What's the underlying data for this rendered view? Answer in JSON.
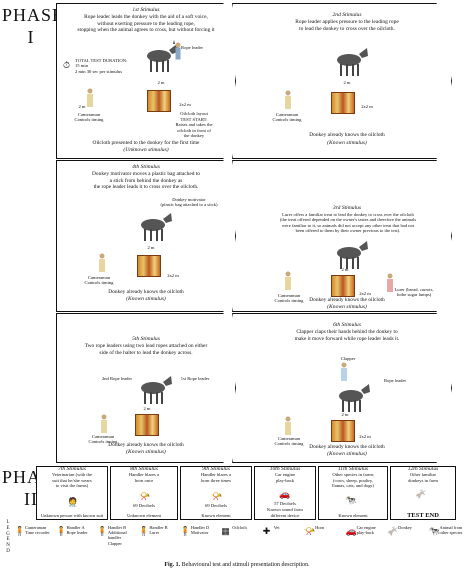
{
  "phases": {
    "phase1": "PHASE\nI",
    "phase2": "PHASE\nII"
  },
  "panels": {
    "s1": {
      "title": "1st Stimulus",
      "text": "Rope leader leads the donkey with the aid of a soft voice,\nwithout exerting pressure to the leading rope,\nstopping when the animal agrees to cross, but without forcing it",
      "time": "TOTAL TEST DURATION:\n15 min\n2 min 30 sec per stimulus",
      "rope": "Rope leader",
      "dist": "2 m",
      "dist2": "2 m",
      "dist3": "2x2 m",
      "cam": "Cameraman\nControls timing",
      "oil": "Oilcloth layout",
      "test": "TEST START:\nRaises and takes the\noilcloth in front of\nthe donkey",
      "bottom": "Oilcloth presented to the donkey for the first time",
      "stim": "(Unknown stimulus)"
    },
    "s2": {
      "title": "2nd Stimulus",
      "text": "Rope leader applies pressure to the leading rope\nto lead the donkey to cross over the oilcloth.",
      "dist": "2 m",
      "dist2": "2x2 m",
      "cam": "Cameraman\nControls timing",
      "bottom": "Donkey already knows the oilcloth",
      "stim": "(Known stimulus)"
    },
    "s4": {
      "title": "4th Stimulus",
      "text": "Donkey motivator moves a plastic bag attached to\na stick from behind the donkey as\nthe rope leader leads it to cross over the oilcloth.",
      "motiv": "Donkey motivator\n(plastic bag attached to a stick)",
      "dist": "2 m",
      "dist2": "2x2 m",
      "cam": "Cameraman\nControls timing",
      "bottom": "Donkey already knows the oilcloth",
      "stim": "(Known stimulus)"
    },
    "s3": {
      "title": "3rd Stimulus",
      "text": "Lurer offers a familiar treat to lead the donkey to cross over the oilcloth\n(the treat offered depended on the owner's tastes and therefore the animals\nwere familiar to it, so animals did not accept any other treat that had not\nbeen offered to them by their owner previous to the test).",
      "dist": "2 m",
      "dist2": "2x2 m",
      "cam": "Cameraman\nControls timing",
      "lurer": "Lurer (bread, carrots,\nforbe sugar lumps)",
      "bottom": "Donkey already knows the oilcloth",
      "stim": "(Known stimulus)"
    },
    "s5": {
      "title": "5th Stimulus",
      "text": "Two rope leaders using two lead ropes attached on either\nside of the halter to lead the donkey across.",
      "r2": "2nd Rope leader",
      "r1": "1st Rope leader",
      "dist": "2 m",
      "cam": "Cameraman\nControls timing",
      "bottom": "Donkey already knows the oilcloth",
      "stim": "(Known stimulus)"
    },
    "s6": {
      "title": "6th Stimulus",
      "text": "Clapper claps their hands behind the donkey to\nmake it move forward while rope leader leads it.",
      "clap": "Clapper",
      "rope": "Rope leader",
      "dist": "2 m",
      "dist2": "2x2 m",
      "cam": "Cameraman\nControls timing",
      "bottom": "Donkey already knows the oilcloth",
      "stim": "(Known stimulus)"
    }
  },
  "phase2_boxes": [
    {
      "title": "7th Stimulus",
      "text": "Veterinarian (with the\nsuit that he/she wears\nto visit the farms)",
      "foot": "Unknown person with known suit"
    },
    {
      "title": "8th Stimulus",
      "text": "Handler blares a\nhorn once",
      "val": "69 Decibels",
      "foot": "Unknown element"
    },
    {
      "title": "9th Stimulus",
      "text": "Handler blares a\nhorn three times",
      "val": "69 Decibels",
      "foot": "Known element"
    },
    {
      "title": "10th Stimulus",
      "text": "Car engine\nplay-back",
      "val": "57 Decibels",
      "foot": "Known sound from\ndifferent device"
    },
    {
      "title": "11th Stimulus",
      "text": "Other species in farms\n(cows, sheep, poultry,\nllamas, cats, and dogs)",
      "foot": "Known element"
    },
    {
      "title": "12th Stimulus",
      "text": "Other familiar\ndonkeys in farm",
      "foot": "TEST END"
    }
  ],
  "legend": {
    "label": "L\nE\nG\nE\nN\nD",
    "items": [
      {
        "icon": "🧍",
        "text": "Cameraman\nTime recorder"
      },
      {
        "icon": "🧍",
        "text": "Handler A\nRope leader"
      },
      {
        "icon": "🧍",
        "text": "Handler B\nAdditional handler\nClapper"
      },
      {
        "icon": "🧍",
        "text": "Handler B\nLurer"
      },
      {
        "icon": "🧍",
        "text": "Handler D\nMotivator"
      },
      {
        "icon": "▦",
        "text": "Oilcloth"
      },
      {
        "icon": "✚",
        "text": "Vet"
      },
      {
        "icon": "📯",
        "text": "Horn"
      },
      {
        "icon": "🚗",
        "text": "Car engine\nplay-back"
      },
      {
        "icon": "🫏",
        "text": "Donkey"
      },
      {
        "icon": "🐄",
        "text": "Animal from\nother species"
      }
    ]
  },
  "caption": "Fig. 1.",
  "caption_text": "Behavioural test and stimuli presentation description."
}
